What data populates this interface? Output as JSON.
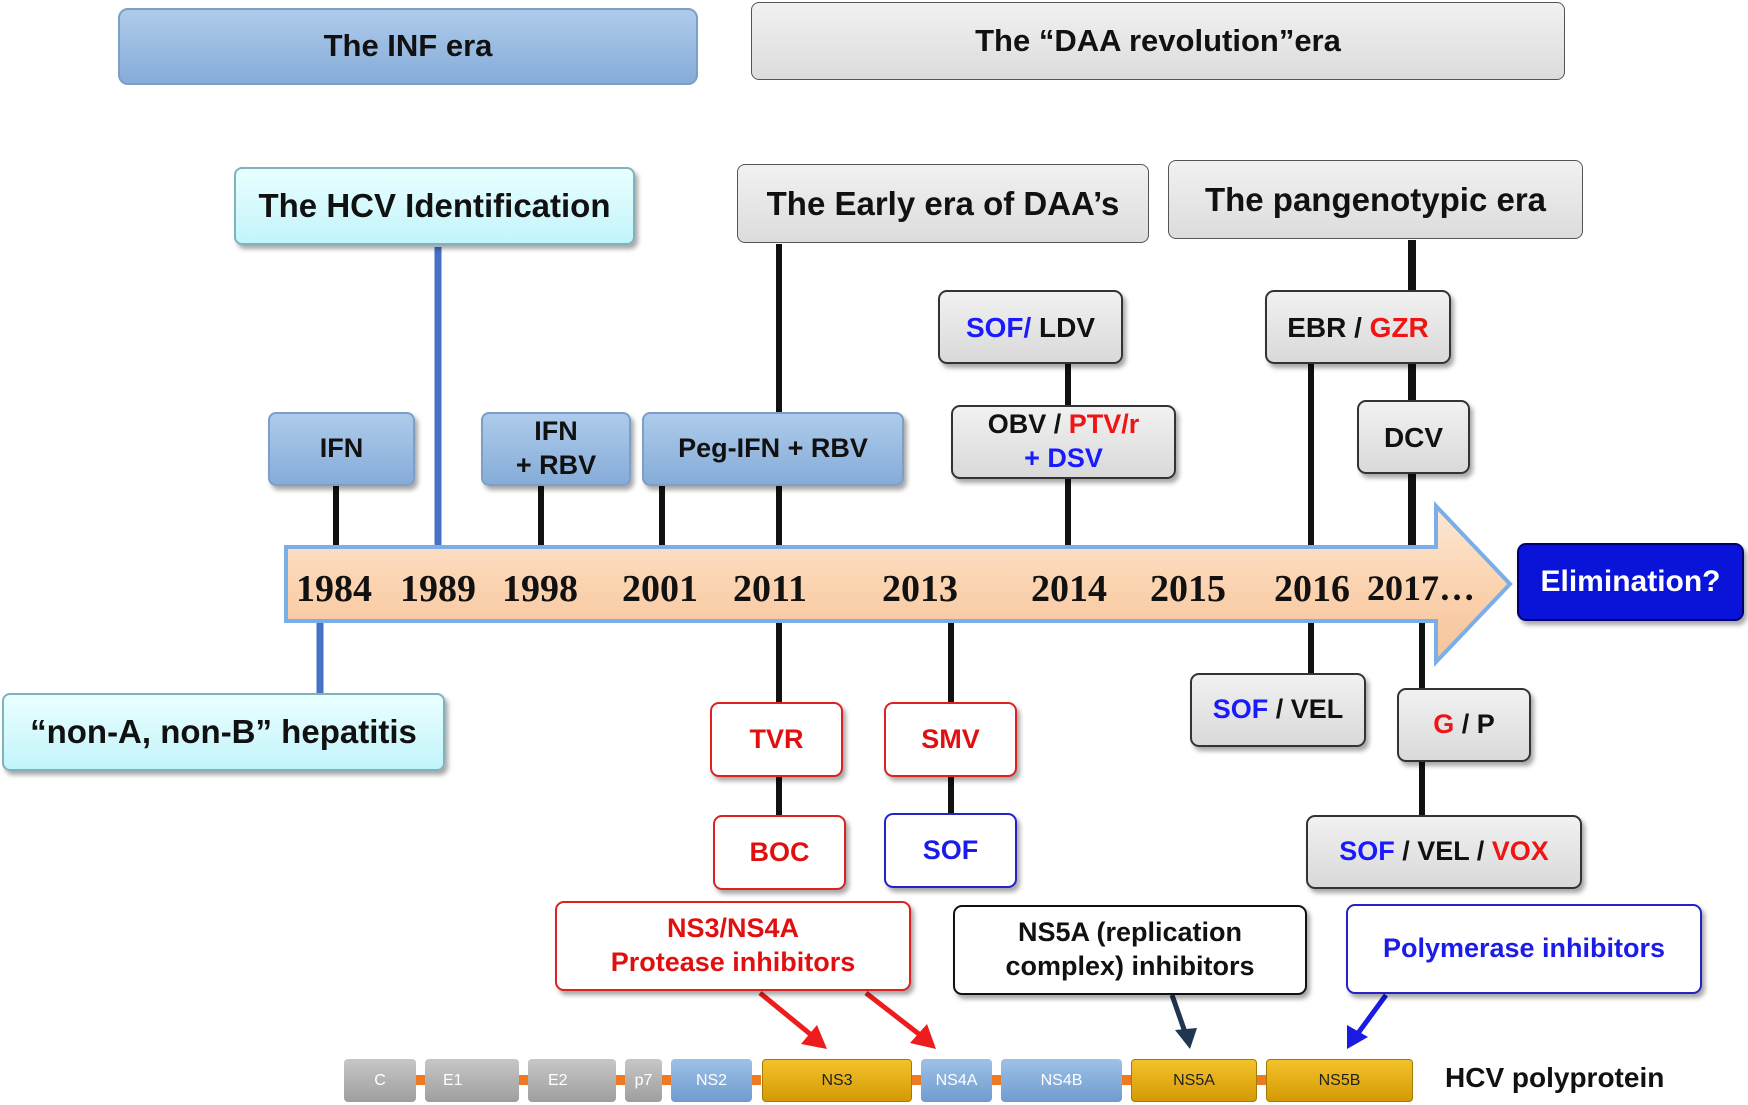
{
  "eras": {
    "inf": "The INF era",
    "daa": "The “DAA revolution”era",
    "hcv_identification": "The HCV Identification",
    "early_daa": "The Early era of DAA’s",
    "pangenotypic": "The pangenotypic era",
    "non_a_non_b": "“non-A, non-B” hepatitis"
  },
  "years": [
    "1984",
    "1989",
    "1998",
    "2001",
    "2011",
    "2013",
    "2014",
    "2015",
    "2016",
    "2017…"
  ],
  "elimination": "Elimination?",
  "therapies_above": {
    "ifn": "IFN",
    "ifn_rbv_line1": "IFN",
    "ifn_rbv_line2": "+ RBV",
    "peg": "Peg-IFN + RBV",
    "sof_ldv": {
      "sof": "SOF/",
      "ldv": " LDV"
    },
    "obv": {
      "obv": "OBV / ",
      "ptv": "PTV/r",
      "dsv": "+ DSV"
    },
    "ebr_gzr": {
      "ebr": "EBR / ",
      "gzr": "GZR"
    },
    "dcv": "DCV"
  },
  "therapies_below": {
    "tvr": "TVR",
    "boc": "BOC",
    "smv": "SMV",
    "sof": "SOF",
    "sof_vel": {
      "sof": "SOF",
      "vel": " / VEL"
    },
    "g_p": {
      "g": "G",
      "p": " / P"
    },
    "sof_vel_vox": {
      "sof": "SOF",
      "vel": " / VEL / ",
      "vox": "VOX"
    }
  },
  "inhibitors": {
    "protease_line1": "NS3/NS4A",
    "protease_line2": "Protease inhibitors",
    "ns5a_line1": "NS5A (replication",
    "ns5a_line2": "complex) inhibitors",
    "polymerase": "Polymerase inhibitors"
  },
  "polyprotein": {
    "label": "HCV polyprotein",
    "segments": [
      "C",
      "E1",
      "E2",
      "p7",
      "NS2",
      "NS3",
      "NS4A",
      "NS4B",
      "NS5A",
      "NS5B"
    ]
  },
  "colors": {
    "red": "#f01414",
    "blue": "#1a1aff",
    "arrow_fill": "#fbd3b0",
    "elimination_bg": "#0a14d8"
  }
}
